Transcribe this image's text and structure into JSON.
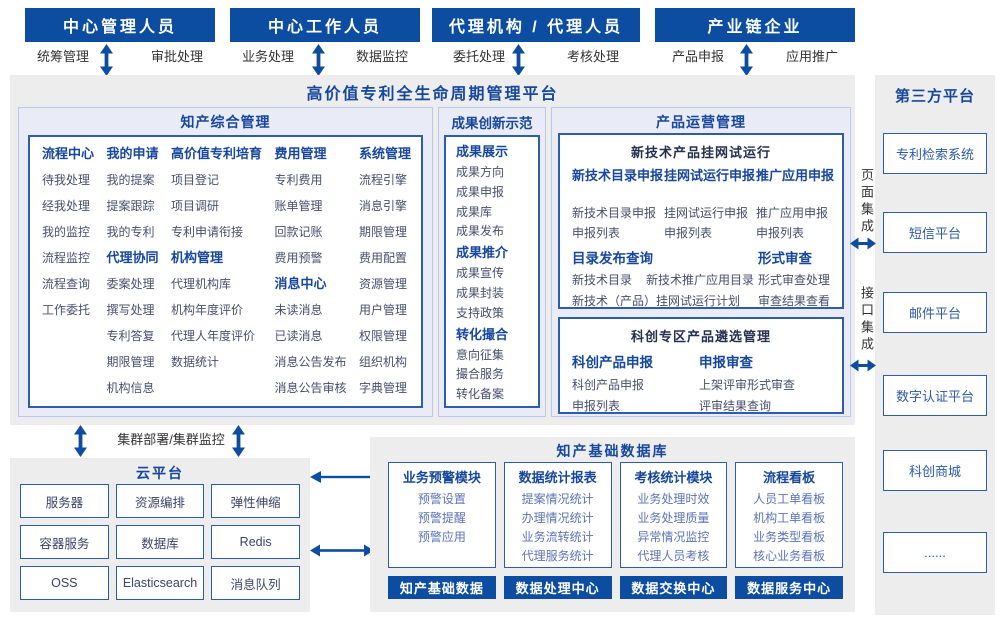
{
  "colors": {
    "primary_blue": "#0d4da1",
    "title_blue": "#16479d",
    "box_border_blue": "#2e5db0",
    "panel_gray": "#ededed",
    "section_lavender": "#e9ebf7",
    "item_dark": "#474f6d",
    "item_light_blue": "#5b74b8"
  },
  "top_groups": [
    {
      "title": "中心管理人员",
      "left_label": "统筹管理",
      "right_label": "审批处理"
    },
    {
      "title": "中心工作人员",
      "left_label": "业务处理",
      "right_label": "数据监控"
    },
    {
      "title": "代理机构 / 代理人员",
      "left_label": "委托处理",
      "right_label": "考核处理"
    },
    {
      "title": "产业链企业",
      "left_label": "产品申报",
      "right_label": "应用推广"
    }
  ],
  "platform": {
    "title": "高价值专利全生命周期管理平台"
  },
  "ip_management": {
    "title": "知产综合管理",
    "columns": [
      {
        "groups": [
          {
            "header": "流程中心",
            "items": [
              "待我处理",
              "经我处理",
              "我的监控",
              "流程监控",
              "流程查询",
              "工作委托"
            ]
          }
        ]
      },
      {
        "groups": [
          {
            "header": "我的申请",
            "items": [
              "我的提案",
              "提案跟踪",
              "我的专利"
            ]
          },
          {
            "header": "代理协同",
            "items": [
              "委案处理",
              "撰写处理",
              "专利答复",
              "期限管理",
              "机构信息"
            ]
          }
        ]
      },
      {
        "groups": [
          {
            "header": "高价值专利培育",
            "items": [
              "项目登记",
              "项目调研",
              "专利申请衔接"
            ]
          },
          {
            "header": "机构管理",
            "items": [
              "代理机构库",
              "机构年度评价",
              "代理人年度评价",
              "数据统计"
            ]
          }
        ]
      },
      {
        "groups": [
          {
            "header": "费用管理",
            "items": [
              "专利费用",
              "账单管理",
              "回款记账",
              "费用预警"
            ]
          },
          {
            "header": "消息中心",
            "items": [
              "未读消息",
              "已读消息",
              "消息公告发布",
              "消息公告审核"
            ]
          }
        ]
      },
      {
        "groups": [
          {
            "header": "系统管理",
            "items": [
              "流程引擎",
              "消息引擎",
              "期限管理",
              "费用配置",
              "资源管理",
              "用户管理",
              "权限管理",
              "组织机构",
              "字典管理"
            ]
          }
        ]
      }
    ]
  },
  "achievement": {
    "title": "成果创新示范",
    "groups": [
      {
        "header": "成果展示",
        "items": [
          "成果方向",
          "成果申报",
          "成果库",
          "成果发布"
        ]
      },
      {
        "header": "成果推介",
        "items": [
          "成果宣传",
          "成果封装",
          "支持政策"
        ]
      },
      {
        "header": "转化撮合",
        "items": [
          "意向征集",
          "撮合服务",
          "转化备案"
        ]
      }
    ]
  },
  "product_ops": {
    "title": "产品运营管理",
    "trial_box": {
      "title": "新技术产品挂网试运行",
      "columns": [
        {
          "header": "新技术目录申报",
          "items": [
            "新技术目录申报",
            "申报列表"
          ]
        },
        {
          "header": "挂网试运行申报",
          "items": [
            "挂网试运行申报",
            "申报列表"
          ]
        },
        {
          "header": "推广应用申报",
          "items": [
            "推广应用申报",
            "申报列表"
          ]
        }
      ],
      "catalog": {
        "header": "目录发布查询",
        "row1": [
          "新技术目录",
          "新技术推广应用目录"
        ],
        "row2": "新技术（产品）挂网试运行计划"
      },
      "review": {
        "header": "形式审查",
        "items": [
          "形式审查处理",
          "审查结果查看"
        ]
      }
    },
    "selection_box": {
      "title": "科创专区产品遴选管理",
      "columns": [
        {
          "header": "科创产品申报",
          "items": [
            "科创产品申报",
            "申报列表"
          ]
        },
        {
          "header": "申报审查",
          "items": [
            "上架评审形式审查",
            "评审结果查询"
          ]
        }
      ]
    }
  },
  "cluster_label": "集群部署/集群监控",
  "cloud_platform": {
    "title": "云平台",
    "services": [
      "服务器",
      "资源编排",
      "弹性伸缩",
      "容器服务",
      "数据库",
      "Redis",
      "OSS",
      "Elasticsearch",
      "消息队列"
    ]
  },
  "ip_database": {
    "title": "知产基础数据库",
    "modules": [
      {
        "header": "业务预警模块",
        "items": [
          "预警设置",
          "预警提醒",
          "预警应用"
        ]
      },
      {
        "header": "数据统计报表",
        "items": [
          "提案情况统计",
          "办理情况统计",
          "业务流转统计",
          "代理服务统计"
        ]
      },
      {
        "header": "考核统计模块",
        "items": [
          "业务处理时效",
          "业务处理质量",
          "异常情况监控",
          "代理人员考核"
        ]
      },
      {
        "header": "流程看板",
        "items": [
          "人员工单看板",
          "机构工单看板",
          "业务类型看板",
          "核心业务看板"
        ]
      }
    ],
    "data_centers": [
      "知产基础数据",
      "数据处理中心",
      "数据交换中心",
      "数据服务中心"
    ]
  },
  "third_party": {
    "title": "第三方平台",
    "platforms": [
      "专利检索系统",
      "短信平台",
      "邮件平台",
      "数字认证平台",
      "科创商城",
      "......"
    ]
  },
  "integration": {
    "page": "页面集成",
    "api": "接口集成"
  }
}
